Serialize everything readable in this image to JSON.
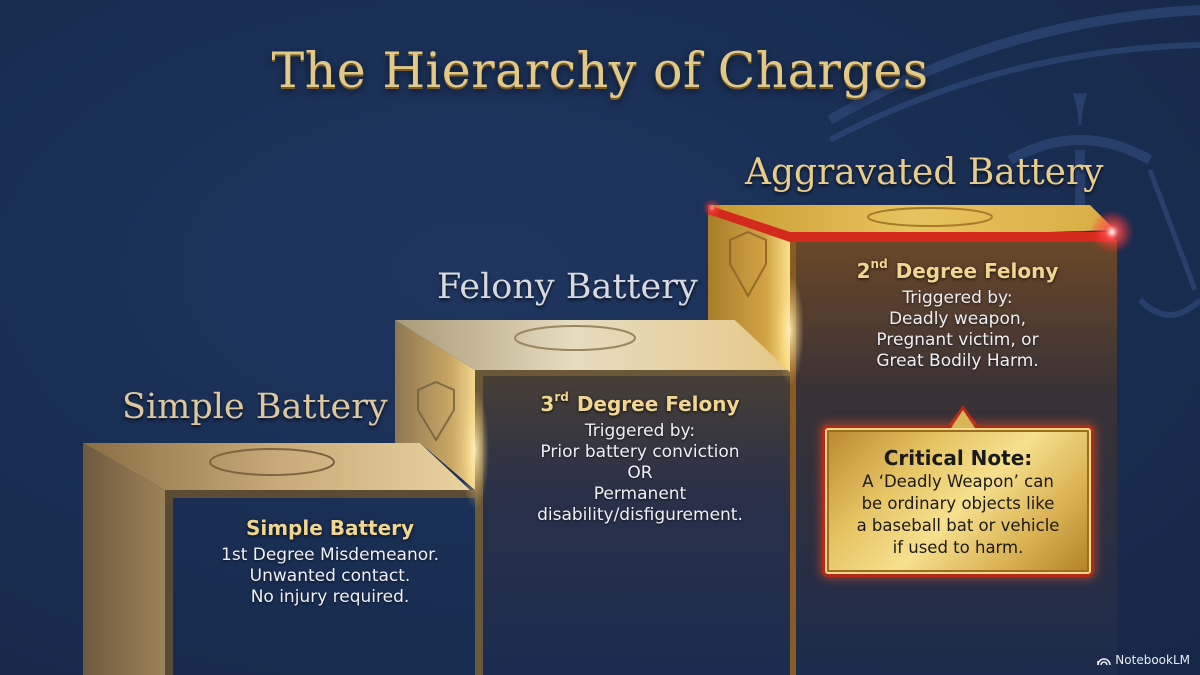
{
  "slide": {
    "title": "The Hierarchy of Charges",
    "brand": {
      "label": "NotebookLM",
      "icon": "notebooklm-logo-icon"
    },
    "colors": {
      "background": "#1a2f55",
      "gold": "#e3c987",
      "gold_face": "#c9a45a",
      "accent_red": "#d42a1e",
      "panel_text": "#eef0f4",
      "heading_gold": "#f0d690"
    },
    "steps": [
      {
        "level": 1,
        "label": "Simple Battery",
        "heading": "Simple Battery",
        "heading_ordinal": "",
        "heading_suffix": "",
        "lines": [
          "1st Degree Misdemeanor.",
          "Unwanted contact.",
          "No injury required."
        ],
        "emblem": "shield-scales-icon"
      },
      {
        "level": 2,
        "label": "Felony Battery",
        "heading_number": "3",
        "heading_ordinal": "rd",
        "heading_suffix": "Degree Felony",
        "lines": [
          "Triggered by:",
          "Prior battery conviction",
          "OR",
          "Permanent",
          "disability/disfigurement."
        ],
        "emblem": "shield-scales-icon"
      },
      {
        "level": 3,
        "label": "Aggravated Battery",
        "heading_number": "2",
        "heading_ordinal": "nd",
        "heading_suffix": "Degree Felony",
        "lines": [
          "Triggered by:",
          "Deadly weapon,",
          "Pregnant victim, or",
          "Great Bodily Harm."
        ],
        "emblem": "shield-scales-icon",
        "highlight": "red"
      }
    ],
    "critical_note": {
      "title": "Critical Note:",
      "lines": [
        "A ‘Deadly Weapon’ can",
        "be ordinary objects like",
        "a baseball bat or vehicle",
        "if used to harm."
      ]
    }
  }
}
